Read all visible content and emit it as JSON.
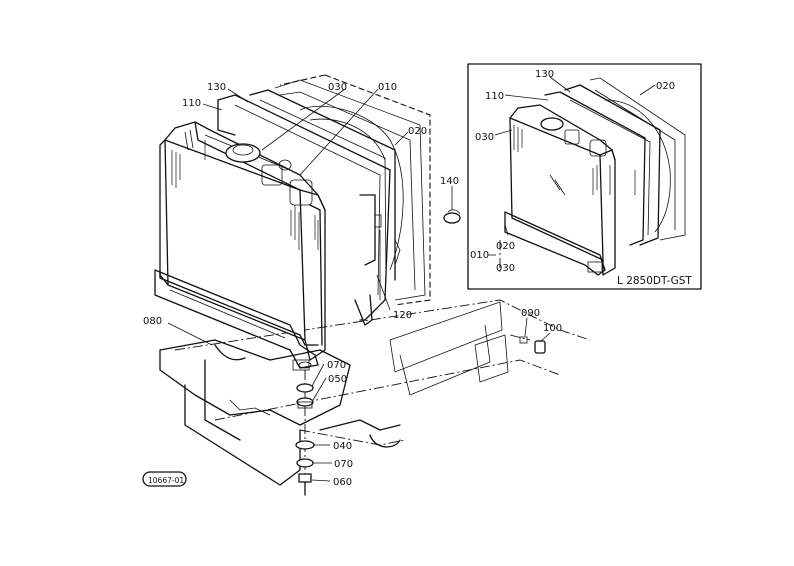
{
  "diagram": {
    "model_label": "L 2850DT-GST",
    "figure_code": "10667-01",
    "main_callouts": [
      "130",
      "110",
      "030",
      "010",
      "020",
      "140",
      "080",
      "120",
      "090",
      "100",
      "070",
      "050",
      "040",
      "070",
      "060"
    ],
    "inset_callouts": [
      "130",
      "020",
      "110",
      "030",
      "010",
      "020",
      "030"
    ]
  }
}
